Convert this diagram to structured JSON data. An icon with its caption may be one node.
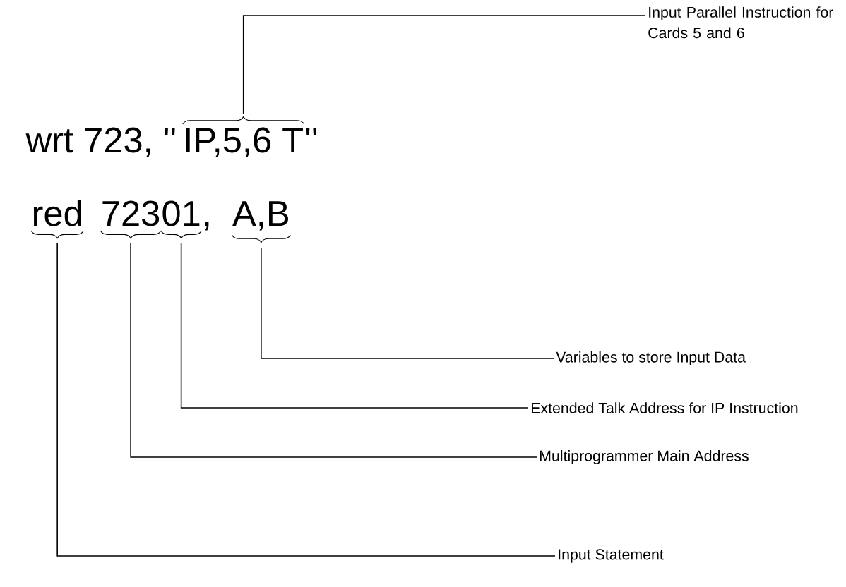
{
  "diagram": {
    "nodes": [
      {
        "text": [
          "Input Parallel Instruction for Cards 5 and 6"
        ]
      },
      {
        "text": [
          "IP,5,6 T"
        ]
      },
      {
        "text": [
          "red"
        ]
      },
      {
        "text": [
          "723"
        ]
      },
      {
        "text": [
          "01"
        ]
      },
      {
        "text": [
          "A,B"
        ]
      },
      {
        "text": [
          "Variables to store Input Data"
        ]
      },
      {
        "text": [
          "Extended Talk Address for IP Instruction"
        ]
      },
      {
        "text": [
          "Multiprogrammer Main Address"
        ]
      },
      {
        "text": [
          "Input Statement"
        ]
      }
    ],
    "edges": [
      {
        "from": 0,
        "to": 1,
        "arrow": "none"
      },
      {
        "from": 6,
        "to": 5,
        "arrow": "none"
      },
      {
        "from": 7,
        "to": 4,
        "arrow": "none"
      },
      {
        "from": 8,
        "to": 3,
        "arrow": "none"
      },
      {
        "from": 9,
        "to": 2,
        "arrow": "none"
      }
    ],
    "labels": [
      "wrt 723, ''",
      "''",
      ","
    ]
  }
}
